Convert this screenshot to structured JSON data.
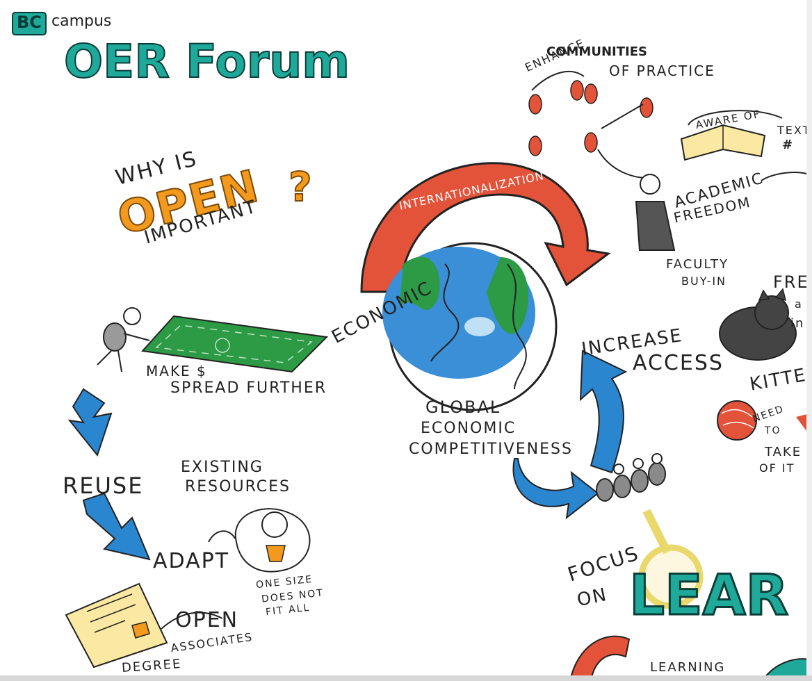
{
  "header": {
    "logo_bc": "BC",
    "logo_campus": "campus",
    "title": "OER Forum"
  },
  "question": {
    "line1": "WHY IS",
    "line2": "OPEN",
    "line3": "IMPORTANT",
    "mark": "?"
  },
  "arrow_label": "INTERNATIONALIZATION",
  "economic": "ECONOMIC",
  "money": {
    "line1": "MAKE $",
    "line2": "SPREAD FURTHER"
  },
  "global": {
    "line1": "GLOBAL",
    "line2": "ECONOMIC",
    "line3": "COMPETITIVENESS"
  },
  "increase_access": {
    "line1": "INCREASE",
    "line2": "ACCESS"
  },
  "communities": {
    "line1": "ENHANCE",
    "line2": "COMMUNITIES",
    "line3": "OF PRACTICE"
  },
  "book_label": "AWARE OF",
  "book_side": "TEXT",
  "book_side2": "#",
  "academic": {
    "line1": "ACADEMIC",
    "line2": "FREEDOM"
  },
  "faculty": {
    "line1": "FACULTY",
    "line2": "BUY-IN"
  },
  "kitten": {
    "fre": "FRE",
    "line_a": "a",
    "line_in": "in",
    "label": "KITTEN",
    "yarn1": "NEED",
    "yarn2": "TO",
    "yarn3": "TAKE",
    "yarn4": "OF IT"
  },
  "reuse": "REUSE",
  "existing": {
    "line1": "EXISTING",
    "line2": "RESOURCES"
  },
  "adapt": "ADAPT",
  "one_size": {
    "line1": "ONE SIZE",
    "line2": "DOES NOT",
    "line3": "FIT ALL"
  },
  "open_assoc": {
    "line1": "OPEN",
    "line2": "ASSOCIATES",
    "line3": "DEGREE"
  },
  "focus": {
    "line1": "FOCUS",
    "line2": "ON",
    "big": "LEAR"
  },
  "bottom_text": "LEARNING",
  "colors": {
    "teal": "#1fa99a",
    "orange": "#f39a1e",
    "red": "#e2533a",
    "blue": "#2b86d0",
    "green": "#2d9a45",
    "yellow": "#fbe9a3"
  }
}
